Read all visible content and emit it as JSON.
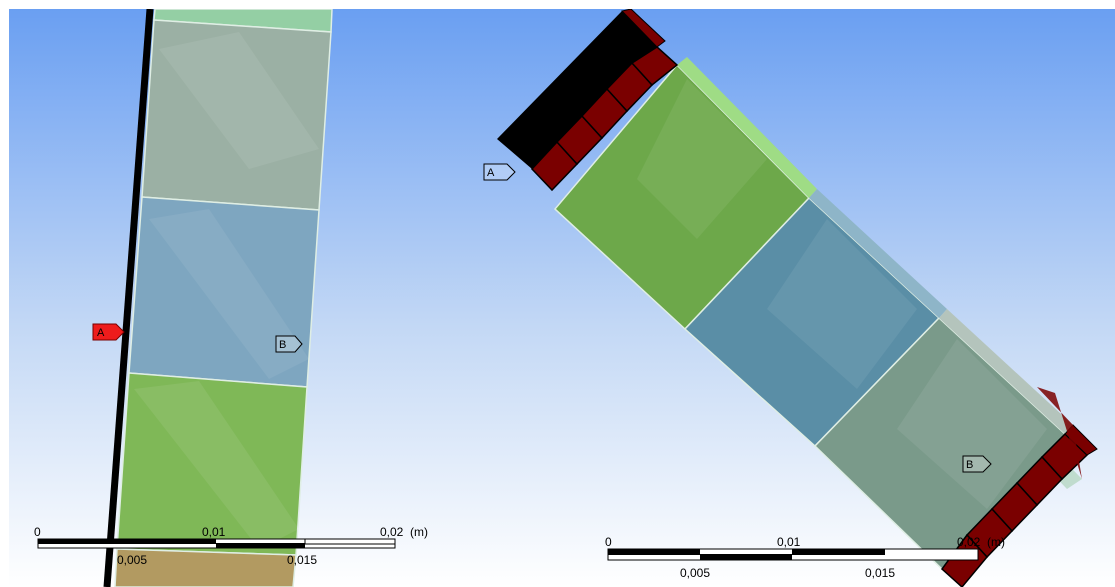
{
  "left_view": {
    "tags": {
      "a_label": "A",
      "b_label": "B"
    },
    "scale_bar": {
      "label_0": "0",
      "label_001": "0,01",
      "label_002": "0,02",
      "unit": "(m)",
      "label_0005": "0,005",
      "label_0015": "0,015"
    }
  },
  "right_view": {
    "tags": {
      "a_label": "A",
      "b_label": "B"
    },
    "scale_bar": {
      "label_0": "0",
      "label_001": "0,01",
      "label_002": "0,02",
      "unit": "(m)",
      "label_0005": "0,005",
      "label_0015": "0,015"
    }
  },
  "colors": {
    "background_top": "#6a9ff2",
    "background_bottom": "#ffffff",
    "segment_gray": "#9bb0a4",
    "segment_blue": "#7ea6c0",
    "segment_green": "#7fb857",
    "segment_tan": "#b29a61",
    "dark_red": "#7a0000",
    "tag_red": "#ee1c1c"
  }
}
